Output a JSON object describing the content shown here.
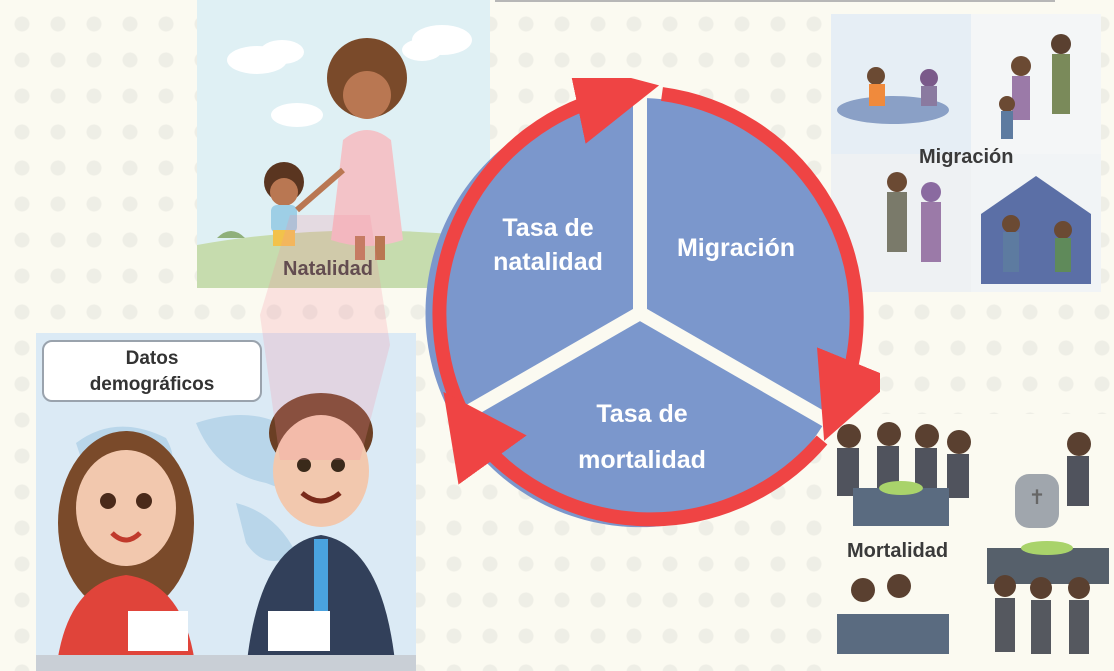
{
  "diagram": {
    "segments": {
      "natalidad_line1": "Tasa de",
      "natalidad_line2": "natalidad",
      "migracion": "Migración",
      "mortalidad_line1": "Tasa de",
      "mortalidad_line2": "mortalidad"
    },
    "segment_color": "#7b97cc",
    "arrow_color": "#ef4444"
  },
  "panels": {
    "natalidad_label": "Natalidad",
    "migracion_label": "Migración",
    "mortalidad_label": "Mortalidad",
    "datos_line1": "Datos",
    "datos_line2": "demográficos"
  }
}
